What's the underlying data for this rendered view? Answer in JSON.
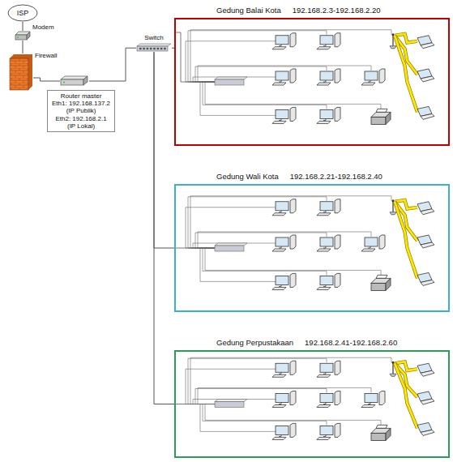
{
  "diagram": {
    "nodes": [
      {
        "text": [
          "ISP"
        ]
      },
      {
        "text": [
          "Modem"
        ]
      },
      {
        "text": [
          "Firewall"
        ]
      },
      {
        "text": [
          "Router master",
          "Eth1: 192.168.137.2",
          "(IP Publik)",
          "Eth2: 192.168.2.1",
          "(IP Lokal)"
        ]
      },
      {
        "text": [
          "Switch"
        ]
      },
      {
        "text": [
          "Gedung Balai Kota",
          "192.168.2.3-192.168.2.20"
        ]
      },
      {
        "text": [
          "Gedung Wali Kota",
          "192.168.2.21-192.168.2.40"
        ]
      },
      {
        "text": [
          "Gedung Perpustakaan",
          "192.168.2.41-192.168.2.60"
        ]
      }
    ],
    "edges": [
      {
        "from": 0,
        "to": 1,
        "arrow": "none"
      },
      {
        "from": 1,
        "to": 2,
        "arrow": "none"
      },
      {
        "from": 2,
        "to": 3,
        "arrow": "none"
      },
      {
        "from": 3,
        "to": 4,
        "arrow": "none"
      },
      {
        "from": 4,
        "to": 5,
        "arrow": "none"
      },
      {
        "from": 4,
        "to": 6,
        "arrow": "none"
      },
      {
        "from": 4,
        "to": 7,
        "arrow": "none"
      }
    ]
  }
}
